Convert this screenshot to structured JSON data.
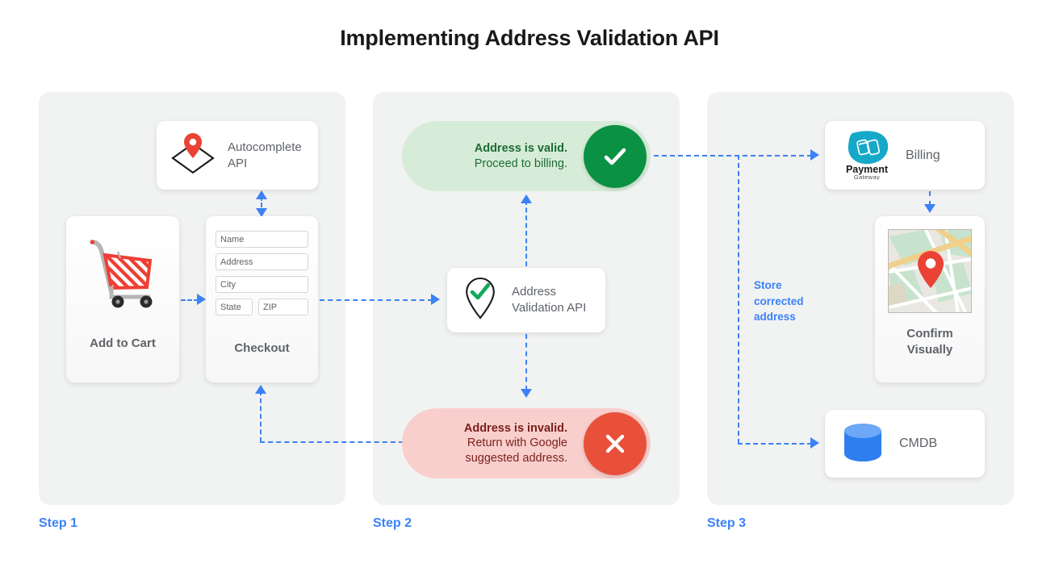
{
  "title": "Implementing Address Validation API",
  "steps": [
    {
      "label": "Step 1"
    },
    {
      "label": "Step 2"
    },
    {
      "label": "Step 3"
    }
  ],
  "step1": {
    "autocomplete_card": {
      "icon": "map-pin-diamond-icon",
      "label": "Autocomplete\nAPI",
      "label_line1": "Autocomplete",
      "label_line2": "API"
    },
    "cart_card": {
      "icon": "shopping-cart-icon",
      "label": "Add to Cart"
    },
    "checkout_card": {
      "label": "Checkout",
      "fields": [
        {
          "name": "name-field",
          "placeholder": "Name"
        },
        {
          "name": "address-field",
          "placeholder": "Address"
        },
        {
          "name": "city-field",
          "placeholder": "City"
        },
        {
          "name": "state-field",
          "placeholder": "State"
        },
        {
          "name": "zip-field",
          "placeholder": "ZIP"
        }
      ]
    }
  },
  "step2": {
    "valid_pill": {
      "title": "Address is valid.",
      "subtitle": "Proceed to billing.",
      "badge_icon": "check-icon",
      "bg_color": "#d6ecd8",
      "badge_color": "#0b9144",
      "text_color": "#1e6b35"
    },
    "invalid_pill": {
      "title": "Address is invalid.",
      "subtitle_line1": "Return with Google",
      "subtitle_line2": "suggested address.",
      "badge_icon": "close-icon",
      "bg_color": "#f8cfcd",
      "badge_color": "#e8503a",
      "text_color": "#7d1f1a"
    },
    "validation_card": {
      "icon": "pin-check-icon",
      "label_line1": "Address",
      "label_line2": "Validation API"
    }
  },
  "step3": {
    "billing_card": {
      "icon": "payment-gateway-logo",
      "logo_primary": "Payment",
      "logo_secondary": "Gateway",
      "label": "Billing"
    },
    "confirm_card": {
      "icon": "map-thumbnail-icon",
      "label_line1": "Confirm",
      "label_line2": "Visually"
    },
    "cmdb_card": {
      "icon": "database-cylinder-icon",
      "label": "CMDB"
    },
    "store_annotation": {
      "line1": "Store",
      "line2": "corrected",
      "line3": "address"
    }
  },
  "colors": {
    "accent_blue": "#3b82f6",
    "panel_bg": "#f1f2f2",
    "valid_green": "#0b9144",
    "invalid_red": "#e8503a",
    "text_gray": "#5f6368"
  }
}
